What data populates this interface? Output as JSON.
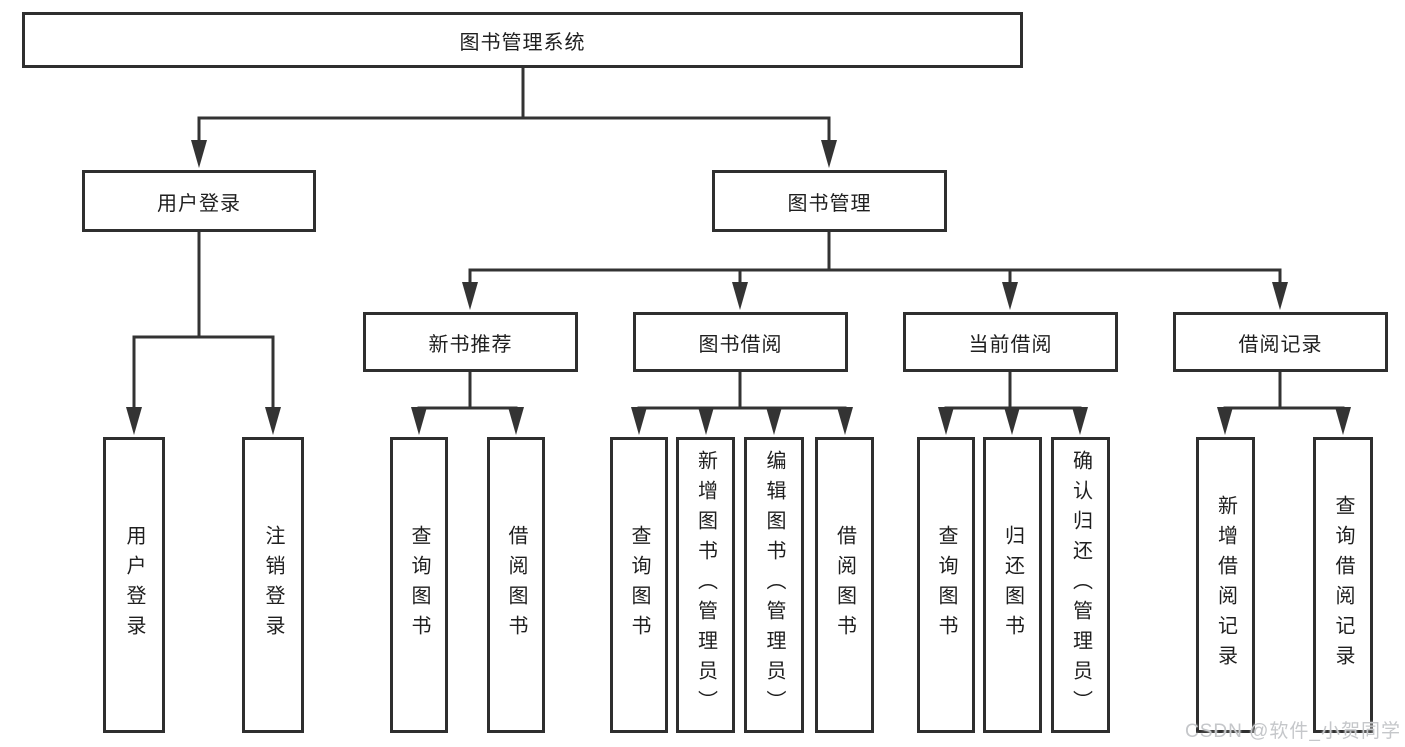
{
  "diagram": {
    "title": "图书管理系统",
    "branches": [
      {
        "label": "用户登录",
        "children": [
          "用户登录",
          "注销登录"
        ]
      },
      {
        "label": "图书管理",
        "sections": [
          {
            "label": "新书推荐",
            "children": [
              "查询图书",
              "借阅图书"
            ]
          },
          {
            "label": "图书借阅",
            "children": [
              "查询图书",
              "新增图书（管理员）",
              "编辑图书（管理员）",
              "借阅图书"
            ]
          },
          {
            "label": "当前借阅",
            "children": [
              "查询图书",
              "归还图书",
              "确认归还（管理员）"
            ]
          },
          {
            "label": "借阅记录",
            "children": [
              "新增借阅记录",
              "查询借阅记录"
            ]
          }
        ]
      }
    ]
  },
  "watermark": {
    "text": "CSDN @软件_小贺同学"
  },
  "colors": {
    "line": "#333333",
    "box_border": "#2f2f2f",
    "box_bg": "#ffffff",
    "text": "#1f1f1f",
    "watermark": "#c5c7ca"
  }
}
